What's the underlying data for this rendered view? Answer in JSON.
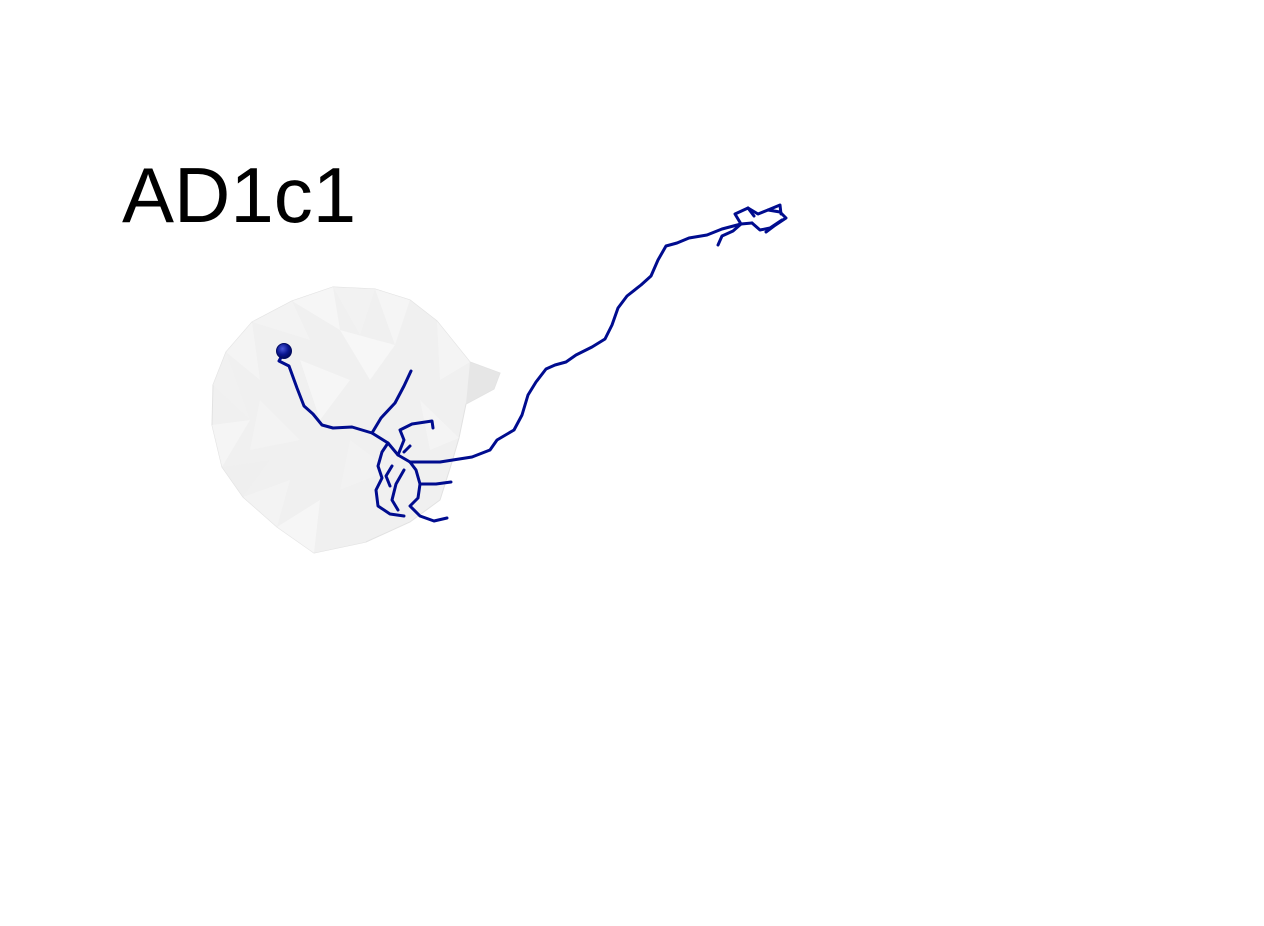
{
  "label": "AD1c1",
  "colors": {
    "background": "#ffffff",
    "neuron": "#000c8f",
    "mesh_fill": "#ebebeb",
    "mesh_stroke": "#f6f6f6",
    "label": "#000000"
  },
  "objects": {
    "neuron": "neuron-skeleton",
    "soma": "soma-sphere",
    "neuropil": "neuropil-mesh"
  }
}
